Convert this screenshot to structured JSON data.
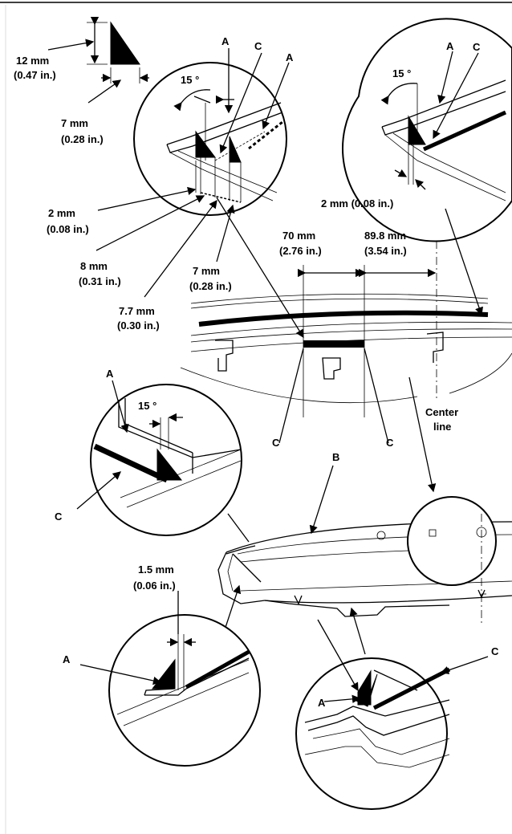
{
  "labels": {
    "a": "A",
    "b": "B",
    "c": "C",
    "deg15": "15 °",
    "d12mm": "12 mm",
    "d12in": "(0.47 in.)",
    "d7mm": "7 mm",
    "d7in": "(0.28 in.)",
    "d2mm": "2 mm",
    "d2in": "(0.08 in.)",
    "d2combined": "2 mm (0.08 in.)",
    "d8mm": "8 mm",
    "d8in": "(0.31 in.)",
    "d77mm": "7.7 mm",
    "d77in": "(0.30 in.)",
    "d70mm": "70 mm",
    "d70in": "(2.76 in.)",
    "d898mm": "89.8 mm",
    "d898in": "(3.54 in.)",
    "center": "Center",
    "line": "line",
    "d15mm": "1.5 mm",
    "d15in": "(0.06 in.)"
  }
}
